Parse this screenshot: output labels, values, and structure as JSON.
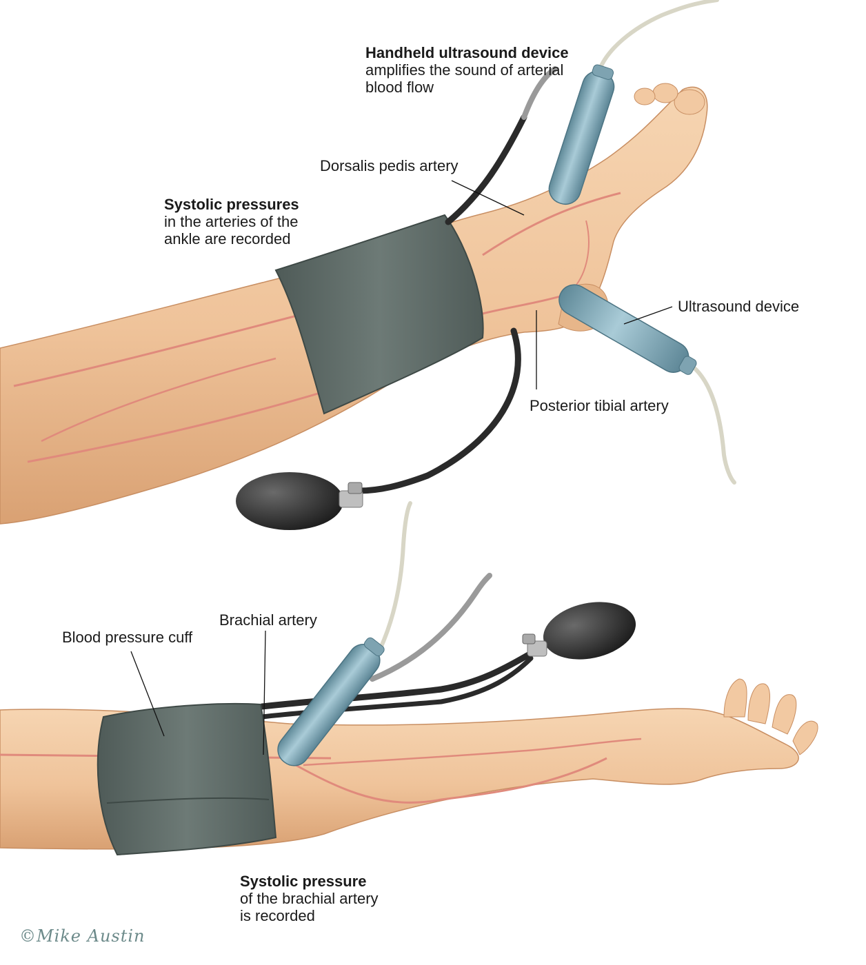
{
  "labels": {
    "handheld": {
      "title": "Handheld ultrasound device",
      "line1": "amplifies the sound of arterial",
      "line2": "blood flow"
    },
    "dorsalis": "Dorsalis pedis artery",
    "systolic_ankle": {
      "title": "Systolic pressures",
      "line1": "in the arteries of the",
      "line2": "ankle are recorded"
    },
    "ultrasound": "Ultrasound device",
    "posterior": "Posterior tibial artery",
    "brachial": "Brachial artery",
    "cuff": "Blood pressure cuff",
    "systolic_arm": {
      "title": "Systolic pressure",
      "line1": "of the brachial artery",
      "line2": "is recorded"
    }
  },
  "signature": "©Mike Austin",
  "colors": {
    "skin": "#efc39a",
    "skin_dark": "#d9a173",
    "artery": "#e08a7c",
    "cuff": "#5f6c68",
    "probe": "#86aebd",
    "bulb": "#2e2e2e",
    "tube": "#2a2a2a",
    "cable": "#d8d6c6"
  }
}
